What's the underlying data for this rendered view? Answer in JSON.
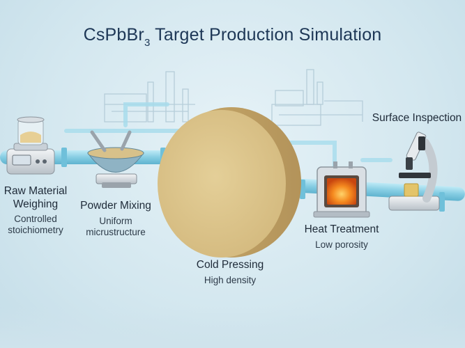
{
  "title": {
    "main": "CsPbBr",
    "subscript": "3",
    "suffix": " Target Production Simulation"
  },
  "steps": [
    {
      "name_line1": "Raw Material",
      "name_line2": "Weighing",
      "desc_line1": "Controlled",
      "desc_line2": "stoichiometry"
    },
    {
      "name_line1": "Powder Mixing",
      "desc_line1": "Uniform",
      "desc_line2": "micrustructure"
    },
    {
      "name_line1": "Cold Pressing",
      "desc_line1": "High density"
    },
    {
      "name_line1": "Heat Treatment",
      "desc_line1": "Low porosity"
    },
    {
      "name_line1": "Surface Inspection"
    }
  ],
  "icons": {
    "scale": "scale-icon",
    "mixer": "mixing-bowl-icon",
    "pellet": "pressed-pellet-icon",
    "furnace": "furnace-icon",
    "microscope": "microscope-icon",
    "factory": "factory-silhouette-icon"
  },
  "colors": {
    "title": "#1d3756",
    "pipe": "#8fd3e8",
    "pellet": "#dcc48b",
    "furnace_glow": "#f07a1a"
  }
}
